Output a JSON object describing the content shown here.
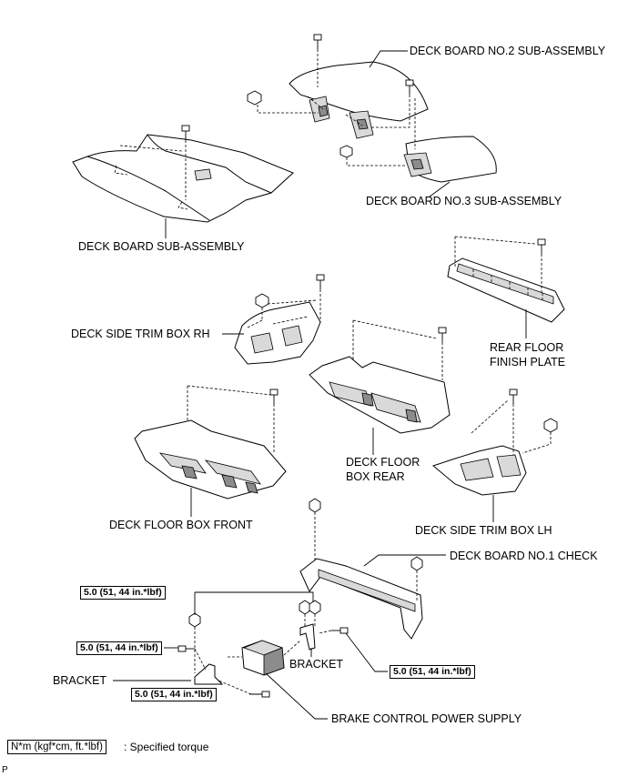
{
  "labels": {
    "deck_board_no2": "DECK BOARD NO.2 SUB-ASSEMBLY",
    "deck_board_no3": "DECK BOARD NO.3 SUB-ASSEMBLY",
    "deck_board": "DECK BOARD SUB-ASSEMBLY",
    "deck_side_trim_rh": "DECK SIDE TRIM BOX RH",
    "rear_floor_finish_plate_line1": "REAR FLOOR",
    "rear_floor_finish_plate_line2": "FINISH PLATE",
    "deck_floor_box_rear_line1": "DECK FLOOR",
    "deck_floor_box_rear_line2": "BOX REAR",
    "deck_floor_box_front": "DECK FLOOR BOX FRONT",
    "deck_side_trim_lh": "DECK SIDE TRIM BOX LH",
    "deck_board_no1_check": "DECK BOARD NO.1 CHECK",
    "bracket_left": "BRACKET",
    "bracket_right": "BRACKET",
    "brake_control_power_supply": "BRAKE CONTROL POWER SUPPLY"
  },
  "torques": {
    "t1": "5.0 (51, 44 in.*lbf)",
    "t2": "5.0 (51, 44 in.*lbf)",
    "t3": "5.0 (51, 44 in.*lbf)",
    "t4": "5.0 (51, 44 in.*lbf)"
  },
  "legend": {
    "unit": "N*m (kgf*cm, ft.*lbf)",
    "meaning": ": Specified torque"
  },
  "corner_mark": "P"
}
